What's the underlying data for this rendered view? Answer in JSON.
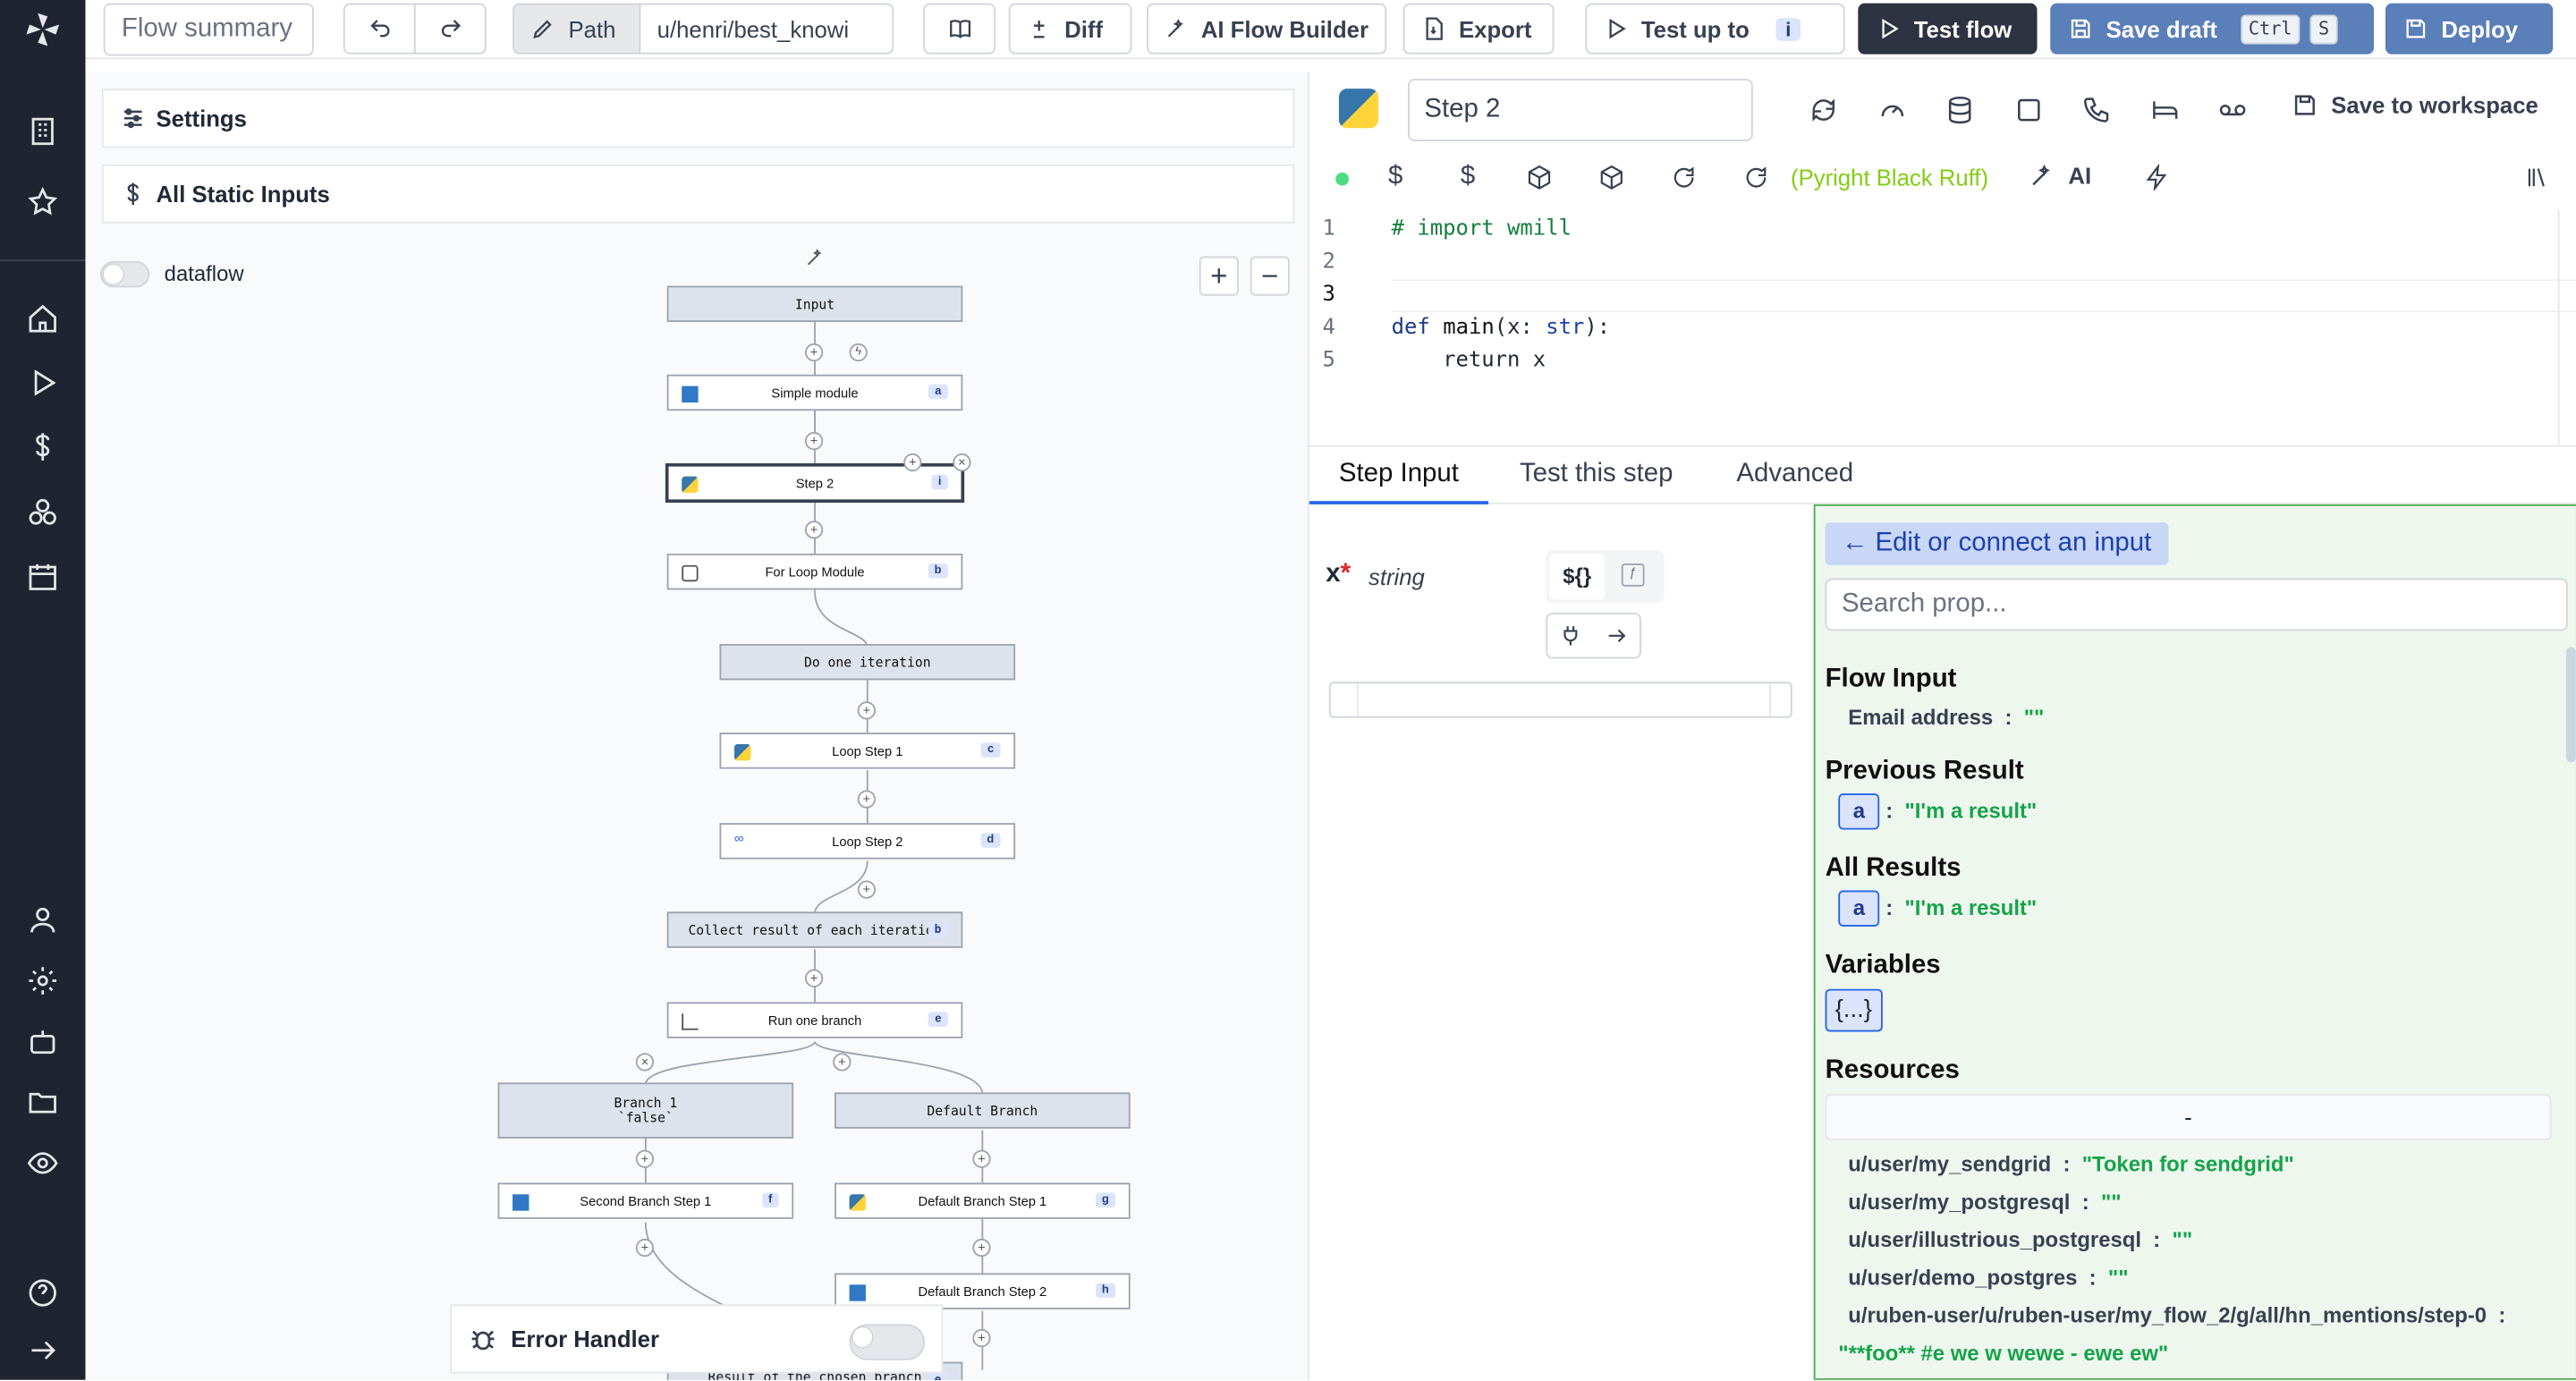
{
  "header": {
    "flow_summary": "Flow summary",
    "path_label": "Path",
    "path_value": "u/henri/best_knowi",
    "diff": "Diff",
    "ai_builder": "AI Flow Builder",
    "export": "Export",
    "test_up_to": "Test up to",
    "test_up_to_key": "i",
    "test_flow": "Test flow",
    "save_draft": "Save draft",
    "kbd_ctrl": "Ctrl",
    "kbd_s": "S",
    "deploy": "Deploy"
  },
  "flow": {
    "settings": "Settings",
    "static_inputs": "All Static Inputs",
    "dataflow": "dataflow",
    "error_handler": "Error Handler",
    "nodes": {
      "input": "Input",
      "simple": "Simple module",
      "simple_id": "a",
      "step2": "Step 2",
      "step2_id": "i",
      "forloop": "For Loop Module",
      "forloop_id": "b",
      "do_one": "Do one iteration",
      "loop1": "Loop Step 1",
      "loop1_id": "c",
      "loop2": "Loop Step 2",
      "loop2_id": "d",
      "collect": "Collect result of each iteration",
      "collect_id": "b",
      "run_one": "Run one branch",
      "run_one_id": "e",
      "branch1": "Branch 1",
      "branch1_cond": "`false`",
      "default_branch": "Default Branch",
      "second1": "Second Branch Step 1",
      "second1_id": "f",
      "def1": "Default Branch Step 1",
      "def1_id": "g",
      "def2": "Default Branch Step 2",
      "def2_id": "h",
      "result_chosen": "Result of the chosen branch",
      "result_id": "e"
    }
  },
  "editor": {
    "step_name": "Step 2",
    "save_workspace": "Save to workspace",
    "formatters": "(Pyright Black Ruff)",
    "ai": "AI",
    "lines": [
      "1",
      "2",
      "3",
      "4",
      "5"
    ],
    "code": {
      "l1": "# import wmill",
      "l4a": "def ",
      "l4b": "main",
      "l4c": "(x: ",
      "l4d": "str",
      "l4e": "):",
      "l5": "    return x"
    },
    "tabs": [
      "Step Input",
      "Test this step",
      "Advanced"
    ],
    "arg_name": "x",
    "arg_required": "*",
    "arg_type": "string",
    "expr_label": "${}"
  },
  "picker": {
    "edit_connect": "← Edit or connect an input",
    "search_placeholder": "Search prop...",
    "flow_input": "Flow Input",
    "email_key": "Email address",
    "email_val": "\"\"",
    "previous_result": "Previous Result",
    "prev_id": "a",
    "prev_val": "\"I'm a result\"",
    "all_results": "All Results",
    "all_id": "a",
    "all_val": "\"I'm a result\"",
    "variables": "Variables",
    "var_chip": "{...}",
    "resources": "Resources",
    "resources_dash": "-",
    "res": [
      {
        "k": "u/user/my_sendgrid",
        "v": "\"Token for sendgrid\""
      },
      {
        "k": "u/user/my_postgresql",
        "v": "\"\""
      },
      {
        "k": "u/user/illustrious_postgresql",
        "v": "\"\""
      },
      {
        "k": "u/user/demo_postgres",
        "v": "\"\""
      },
      {
        "k": "u/ruben-user/u/ruben-user/my_flow_2/g/all/hn_mentions/step-0",
        "v": ""
      }
    ],
    "last_val": "\"**foo** #e we w wewe - ewe ew\""
  }
}
